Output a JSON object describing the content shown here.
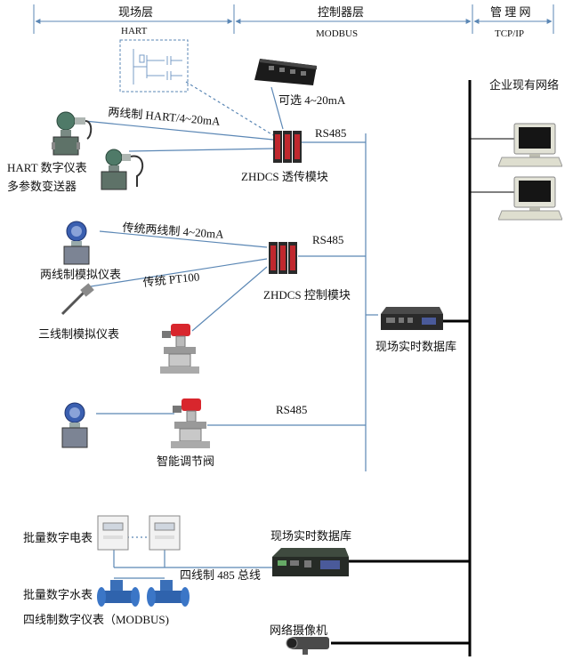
{
  "layers": {
    "field": {
      "title": "现场层",
      "protocol": "HART"
    },
    "control": {
      "title": "控制器层",
      "protocol": "MODBUS"
    },
    "management": {
      "title": "管 理 网",
      "protocol": "TCP/IP"
    }
  },
  "labels": {
    "enterprise_network": "企业现有网络",
    "optional_4_20ma": "可选 4~20mA",
    "rs485_1": "RS485",
    "rs485_2": "RS485",
    "rs485_3": "RS485",
    "two_wire_hart": "两线制 HART/4~20mA",
    "hart_meter": "HART 数字仪表",
    "multi_param": "多参数变送器",
    "zhdcs_transparent": "ZHDCS 透传模块",
    "traditional_two_wire": "传统两线制 4~20mA",
    "two_wire_analog": "两线制模拟仪表",
    "traditional_pt100": "传统 PT100",
    "three_wire_analog": "三线制模拟仪表",
    "zhdcs_control": "ZHDCS 控制模块",
    "field_rt_db_1": "现场实时数据库",
    "smart_valve": "智能调节阀",
    "field_rt_db_2": "现场实时数据库",
    "batch_power_meter": "批量数字电表",
    "four_wire_485": "四线制 485 总线",
    "batch_water_meter": "批量数字水表",
    "four_wire_digital": "四线制数字仪表（MODBUS)",
    "network_camera": "网络摄像机"
  },
  "colors": {
    "link_line": "#5b87b5",
    "backbone": "#000000",
    "module_red": "#c0282e",
    "transmitter_green": "#4f7a68",
    "transmitter_blue": "#3a5fb0",
    "valve_red": "#d8262d"
  }
}
